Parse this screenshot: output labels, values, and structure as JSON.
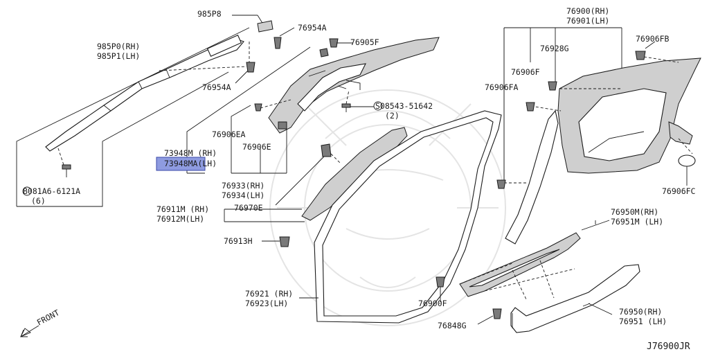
{
  "diagram_id": "J76900JR",
  "front_label": "FRONT",
  "highlight": {
    "color": "#8e9be0",
    "border": "#3b4aa8"
  },
  "labels": {
    "l_985P8": "985P8",
    "l_76954A_top": "76954A",
    "l_985P0": "985P0(RH)",
    "l_985P1": "985P1(LH)",
    "l_76954A_mid": "76954A",
    "l_76905F": "76905F",
    "l_76906EA": "76906EA",
    "l_73948M": "73948M (RH)",
    "l_73948MA": "73948MA(LH)",
    "l_76906E": "76906E",
    "l_08543": "S08543-51642",
    "l_08543_qty": "(2)",
    "l_76933": "76933(RH)",
    "l_76934": "76934(LH)",
    "l_081A6": "B081A6-6121A",
    "l_081A6_qty": "(6)",
    "l_76911M": "76911M (RH)",
    "l_76912M": "76912M(LH)",
    "l_76970E": "76970E",
    "l_76913H": "76913H",
    "l_76921": "76921 (RH)",
    "l_76923": "76923(LH)",
    "l_76900RH": "76900(RH)",
    "l_76901LH": "76901(LH)",
    "l_76906FB": "76906FB",
    "l_76928G": "76928G",
    "l_76906F": "76906F",
    "l_76906FA": "76906FA",
    "l_76906FC": "76906FC",
    "l_76950M": "76950M(RH)",
    "l_76951M": "76951M (LH)",
    "l_76900F": "76900F",
    "l_76848G": "76848G",
    "l_76950": "76950(RH)",
    "l_76951": "76951 (LH)"
  }
}
